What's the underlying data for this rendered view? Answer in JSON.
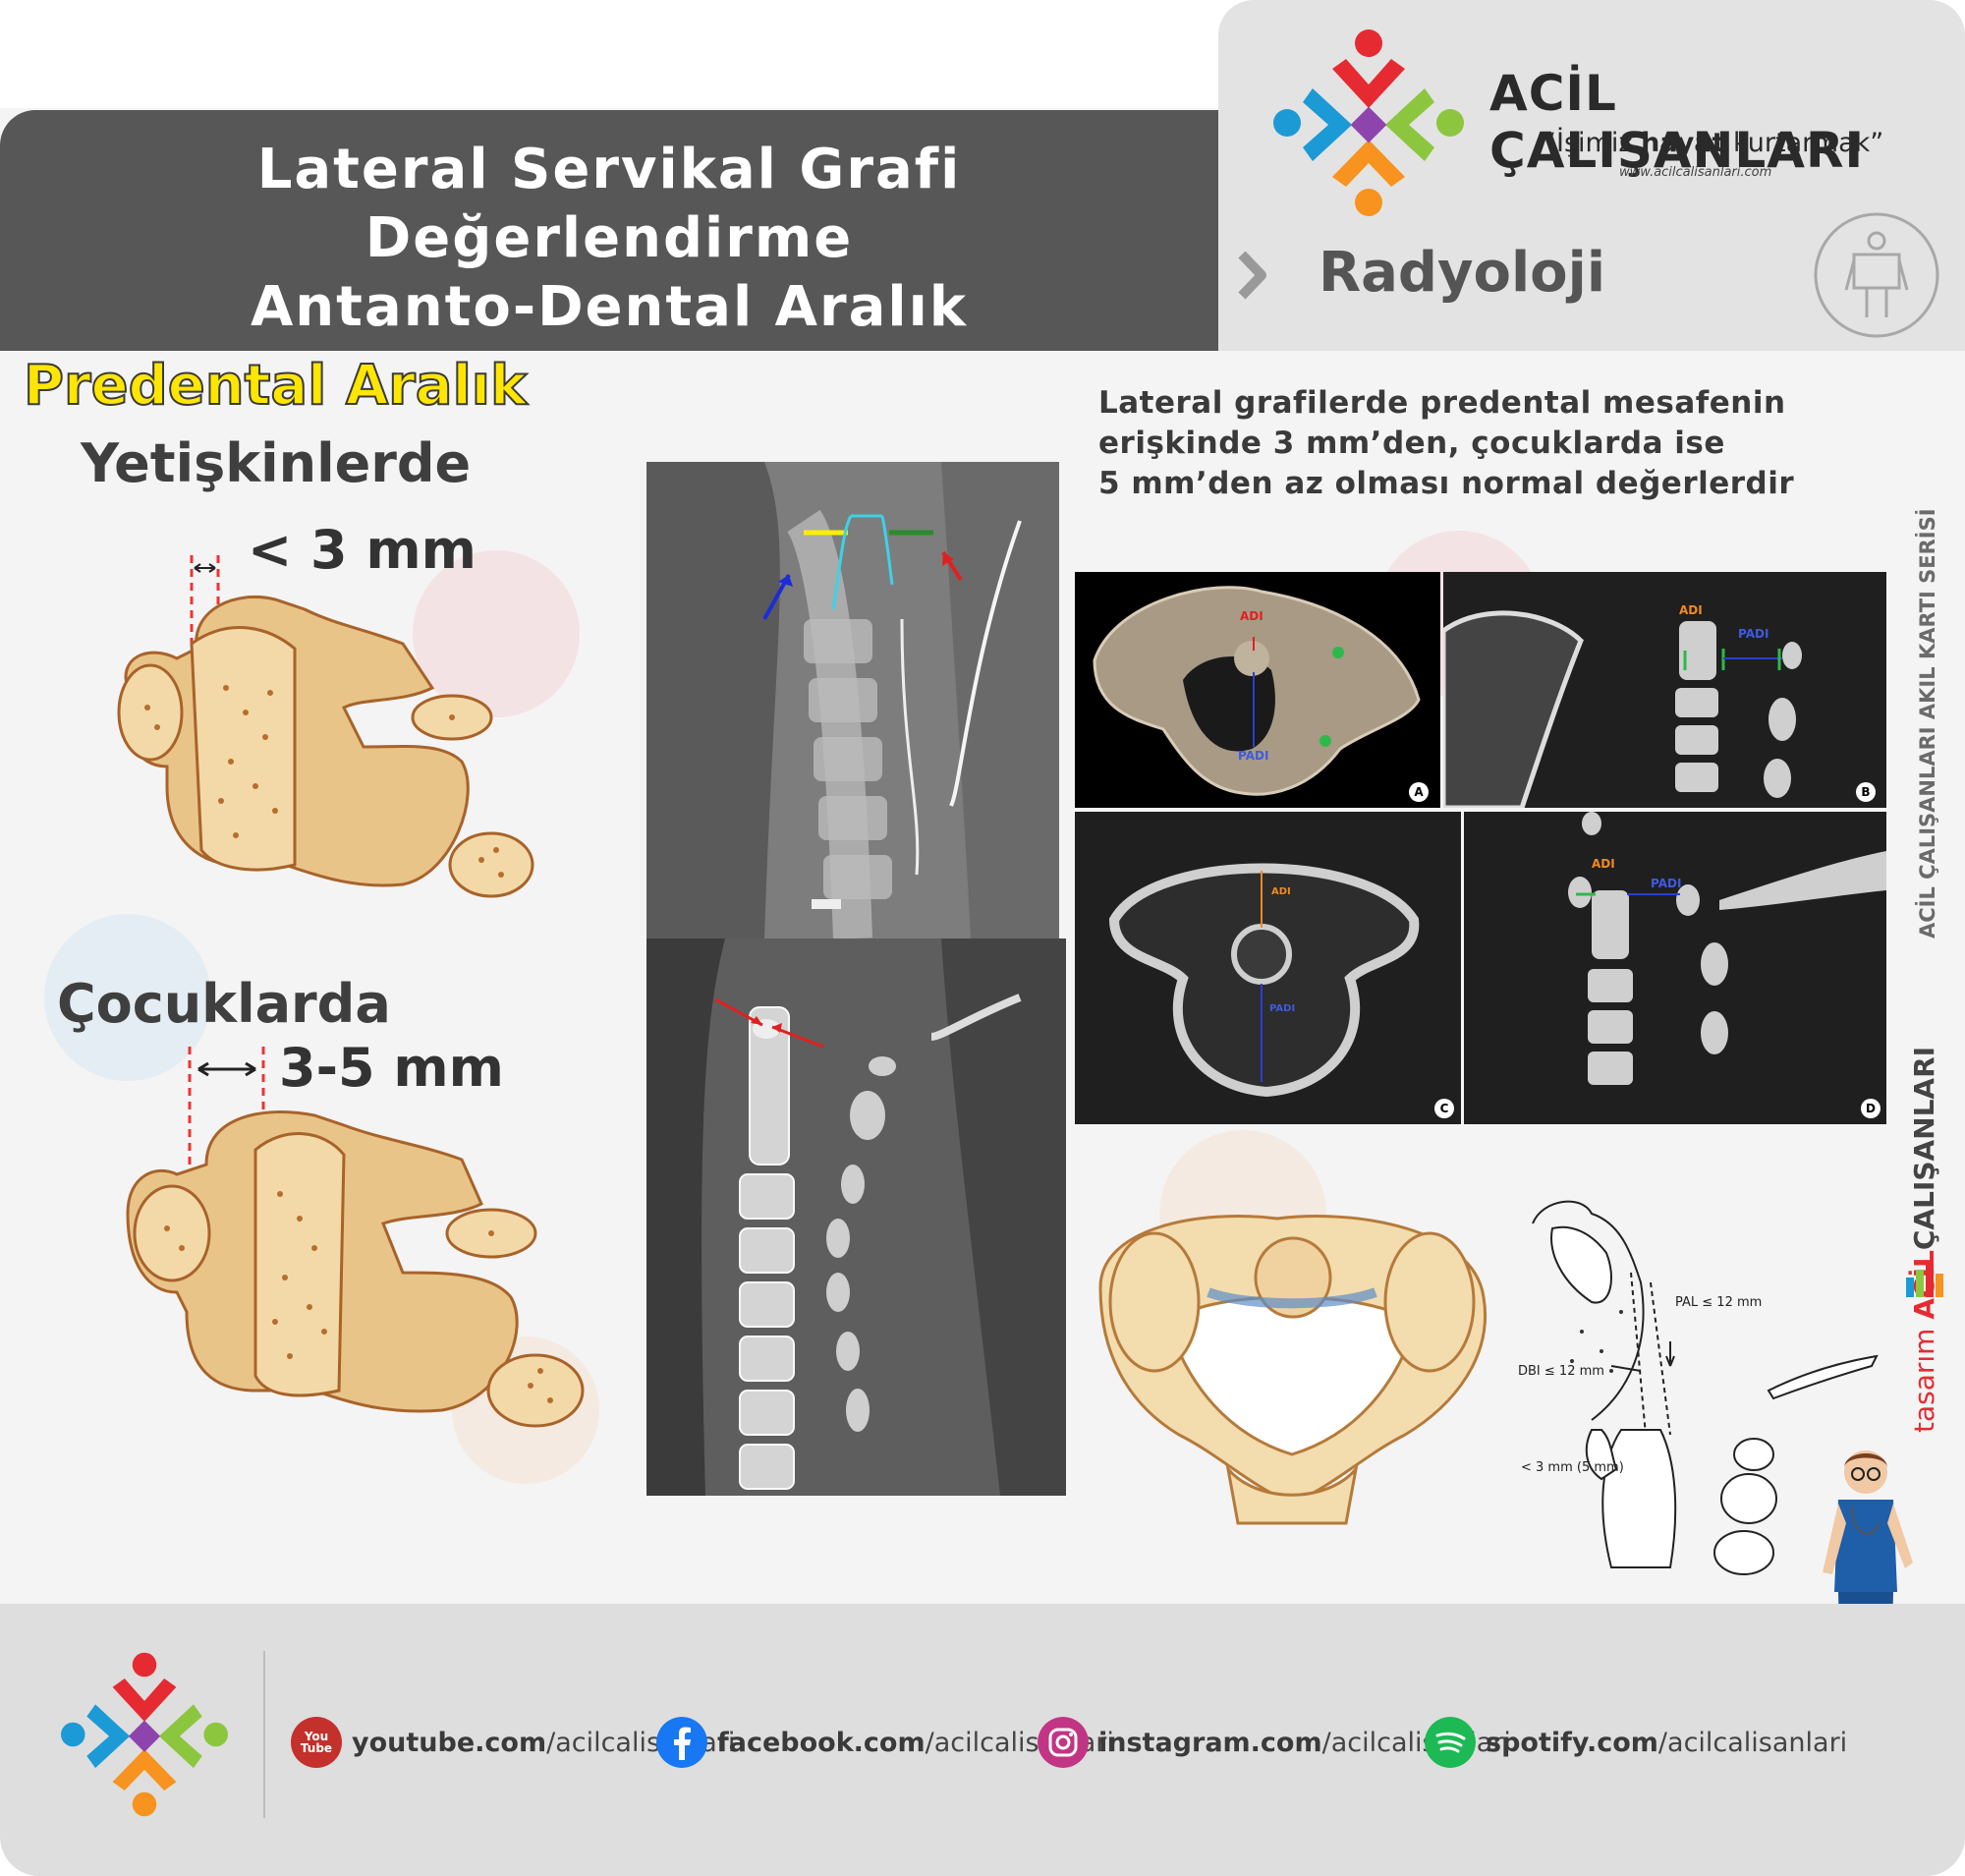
{
  "header": {
    "title_line1": "Lateral Servikal Grafi",
    "title_line2": "Değerlendirme",
    "title_line3": "Antanto-Dental Aralık"
  },
  "brand": {
    "name": "ACİL ÇALIŞANLARI",
    "slogan_pre": "“İşimiz ",
    "slogan_bold": "hayat",
    "slogan_post": " kurtarmak”",
    "url": "www.acilcalisanlari.com"
  },
  "category": {
    "label": "Radyoloji"
  },
  "left": {
    "heading": "Predental Aralık",
    "adults_label": "Yetişkinlerde",
    "adults_value": "< 3 mm",
    "children_label": "Çocuklarda",
    "children_value": "3-5 mm"
  },
  "description": {
    "line1": "Lateral grafilerde predental mesafenin",
    "line2": "erişkinde 3 mm’den, çocuklarda ise",
    "line3": "5 mm’den az olması normal değerlerdir"
  },
  "ct_panels": {
    "a_adi": "ADI",
    "a_padi": "PADI",
    "a_tag": "A",
    "b_adi": "ADI",
    "b_padi": "PADI",
    "b_tag": "B",
    "c_adi": "ADI",
    "c_padi": "PADI",
    "c_tag": "C",
    "d_adi": "ADI",
    "d_padi": "PADI",
    "d_tag": "D"
  },
  "diagram": {
    "pal": "PAL ≤ 12 mm",
    "dbi": "DBI ≤ 12 mm",
    "adi": "< 3 mm (5 mm)"
  },
  "sidebar": {
    "series": "ACİL ÇALIŞANLARI AKIL KARTI SERİSİ",
    "design_pre": "tasarım",
    "design_acil": "ACİL",
    "design_rest": "ÇALIŞANLARI"
  },
  "footer": {
    "youtube_bold": "youtube.com",
    "youtube_rest": "/acilcalisanlari",
    "youtube_icon_text": "You Tube",
    "facebook_bold": "facebook.com",
    "facebook_rest": "/acilcalisanlari",
    "instagram_bold": "instagram.com",
    "instagram_rest": "/acilcalisanlari",
    "spotify_bold": "spotify.com",
    "spotify_rest": "/acilcalisanlari"
  },
  "colors": {
    "title_band": "#575757",
    "heading_yellow": "#ffe600",
    "bone": "#e9c489",
    "bone_dark": "#a8632a",
    "logo_red": "#e62a32",
    "logo_green": "#8cc63f",
    "logo_blue": "#1b9ad6",
    "logo_orange": "#f7931e",
    "logo_purple": "#8e44ad"
  },
  "icons": [
    "chevron-right-icon",
    "xray-body-icon",
    "youtube-icon",
    "facebook-icon",
    "instagram-icon",
    "spotify-icon",
    "logo-mark-icon"
  ]
}
